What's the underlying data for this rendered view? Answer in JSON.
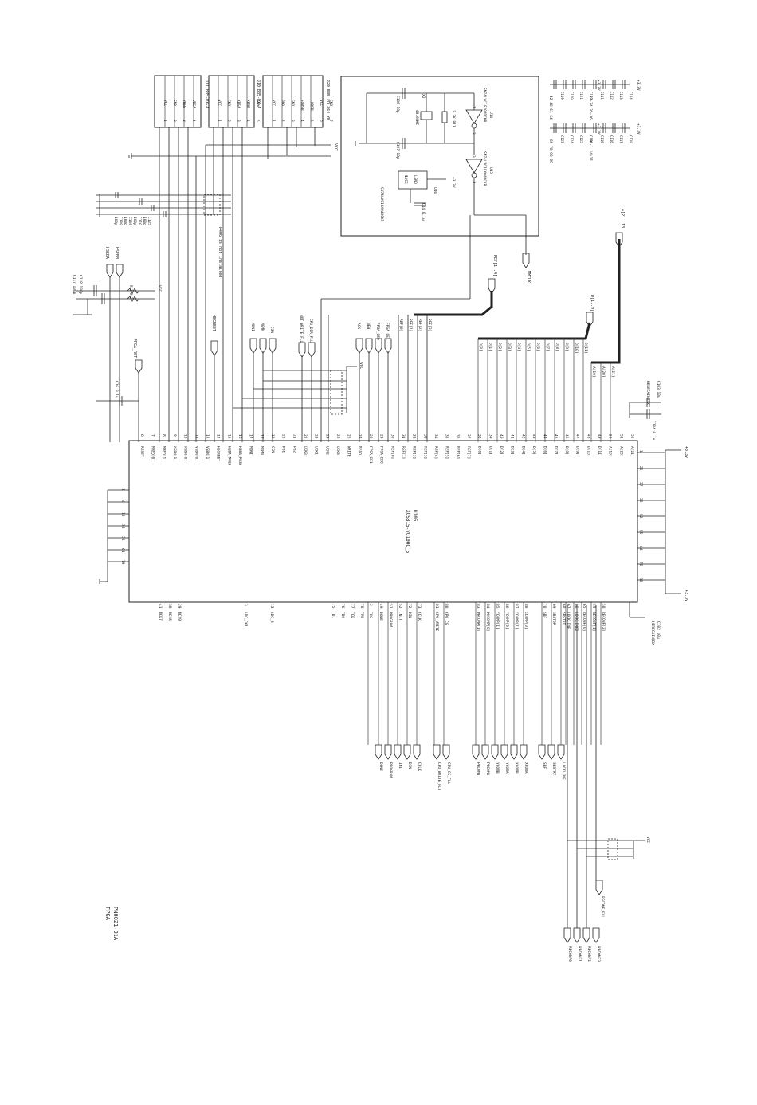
{
  "title_block": {
    "doc_number": "PN0021-01A",
    "sheet_name": "FPGA"
  },
  "fpga": {
    "refdes": "U105",
    "part": "XCS815-VQ100C_5"
  },
  "connectors": [
    {
      "refdes": "J20",
      "part": "BB5-FR-364-YB",
      "pins": [
        "VCC",
        "GND",
        "GND",
        "+XBSB",
        "-XBSB",
        "VCC",
        "GND"
      ],
      "nums": [
        "1",
        "2",
        "3",
        "4",
        "5",
        "6",
        "7"
      ]
    },
    {
      "refdes": "J10",
      "part": "BB5-RX-A",
      "pins": [
        "VCC",
        "GND",
        "XBSA",
        "XBSB",
        "GND"
      ],
      "nums": [
        "1",
        "2",
        "3",
        "4",
        "5"
      ]
    },
    {
      "refdes": "J11",
      "part": "BB5-RX-A",
      "pins": [
        "VCC",
        "GND",
        "VBSB",
        "VBSA"
      ],
      "nums": [
        "1",
        "2",
        "3",
        "4",
        "5"
      ]
    }
  ],
  "oscillator_block": {
    "xtal": "40.0MHZ",
    "xtal_ref": "X2",
    "resistor": "2.2K R11",
    "cap_a": "C106 18p",
    "cap_b": "C107 18p",
    "inv1_ref": "U14",
    "inv1_part": "SN74LVC1GX04DCKR",
    "inv2_ref": "U15",
    "inv2_part": "SN74LVC1GX04DCKR",
    "reg_ref": "U16",
    "reg_pins": [
      "1VCC",
      "LGND"
    ],
    "reg_cap": "C14 0.1u",
    "power": "+3.3V",
    "pin_labels": [
      "1",
      "2",
      "3",
      "4",
      "5"
    ]
  },
  "decoupling": {
    "rows": [
      {
        "net": "+3.3V",
        "caps": [
          "C111",
          "C112",
          "C113",
          "C114"
        ],
        "pins": "33-34  35-36"
      },
      {
        "net": "+3.3V",
        "caps": [
          "C115",
          "C116",
          "C117",
          "C118"
        ],
        "pins": "94-1  14-11"
      },
      {
        "net": "+3.3V",
        "caps": [
          "C119",
          "C120",
          "C121",
          "C122"
        ],
        "pins": "42-48  61-64"
      },
      {
        "net": "+3.3V",
        "caps": [
          "C123",
          "C124",
          "C125",
          "C126"
        ],
        "pins": "85-78  92-89"
      }
    ]
  },
  "left_caps": [
    {
      "ref": "C108",
      "val": "100p"
    },
    {
      "ref": "C109",
      "val": "100p"
    },
    {
      "ref": "C110",
      "val": "100p"
    },
    {
      "ref": "C125",
      "val": "100p"
    }
  ],
  "ferrite_note": "R406 is not installed",
  "filter": {
    "c1": "C117 100p",
    "c2": "C118 100p",
    "r1": "R11",
    "r2": "R12"
  },
  "ports_left": [
    "HSEBA",
    "HSEBB"
  ],
  "fpga_rst": {
    "label": "FPGA_RST",
    "cap": "C16 0.1u"
  },
  "mid_ports": [
    "HEGREET",
    "NOT_WRITE_FLL",
    "CPU_DIR_FLL",
    "MONI",
    "MGMN",
    "CSN"
  ],
  "mid_ports2": [
    "ACK",
    "NEW",
    "FPGA_CE0",
    "FPGA_CE1"
  ],
  "ref_bus": {
    "label": "REF[1..4]",
    "items": [
      "REF[0]",
      "REF[1]",
      "REF[2]",
      "REF[3]"
    ]
  },
  "data_bus": {
    "label": "D[1..9]",
    "items": [
      "D[0]",
      "D[1]",
      "D[2]",
      "D[3]",
      "D[4]",
      "D[5]",
      "D[6]",
      "D[7]",
      "D[8]",
      "D[9]",
      "D[10]",
      "D[11]"
    ]
  },
  "addr_bus": {
    "label": "A[21..13]",
    "items": [
      "A[19]",
      "A[20]",
      "A[21]"
    ]
  },
  "mclk_port": "MMCLK",
  "top_pins": [
    {
      "num": "6",
      "name": "RESET"
    },
    {
      "num": "7",
      "name": "MREQ[0]"
    },
    {
      "num": "8",
      "name": "MREQ[1]"
    },
    {
      "num": "9",
      "name": "XSBN[1]"
    },
    {
      "num": "10",
      "name": "XSBN[0]"
    },
    {
      "num": "11",
      "name": "VSBN[0]"
    },
    {
      "num": "12",
      "name": "VSBN[1]"
    },
    {
      "num": "14",
      "name": "HEGREET"
    },
    {
      "num": "15",
      "name": "HSBA_PUSH"
    },
    {
      "num": "16",
      "name": "HSBB_PUSH"
    },
    {
      "num": "17",
      "name": "MONI"
    },
    {
      "num": "18",
      "name": "MGMN"
    },
    {
      "num": "19",
      "name": "CSN"
    },
    {
      "num": "20",
      "name": "PB1"
    },
    {
      "num": "21",
      "name": "PB2"
    },
    {
      "num": "22",
      "name": "UCK0"
    },
    {
      "num": "23",
      "name": "UCK1"
    },
    {
      "num": "24",
      "name": "UCK2"
    },
    {
      "num": "25",
      "name": "UCK3"
    },
    {
      "num": "26",
      "name": "WRITE"
    },
    {
      "num": "27",
      "name": "READ"
    },
    {
      "num": "28",
      "name": "FPGA_CE1"
    },
    {
      "num": "29",
      "name": "FPGA_CE0"
    },
    {
      "num": "30",
      "name": "REF[0]"
    },
    {
      "num": "31",
      "name": "REF[1]"
    },
    {
      "num": "32",
      "name": "REF[2]"
    },
    {
      "num": "33",
      "name": "REF[3]"
    },
    {
      "num": "34",
      "name": "REF[4]"
    },
    {
      "num": "35",
      "name": "REF[5]"
    },
    {
      "num": "36",
      "name": "REF[6]"
    },
    {
      "num": "37",
      "name": "REF[7]"
    },
    {
      "num": "38",
      "name": "D[0]"
    },
    {
      "num": "39",
      "name": "D[1]"
    },
    {
      "num": "40",
      "name": "D[2]"
    },
    {
      "num": "41",
      "name": "D[3]"
    },
    {
      "num": "42",
      "name": "D[4]"
    },
    {
      "num": "43",
      "name": "D[5]"
    },
    {
      "num": "44",
      "name": "D[6]"
    },
    {
      "num": "45",
      "name": "D[7]"
    },
    {
      "num": "46",
      "name": "D[8]"
    },
    {
      "num": "47",
      "name": "D[9]"
    },
    {
      "num": "48",
      "name": "D[10]"
    },
    {
      "num": "49",
      "name": "D[11]"
    },
    {
      "num": "50",
      "name": "A[19]"
    },
    {
      "num": "51",
      "name": "A[20]"
    },
    {
      "num": "52",
      "name": "A[21]"
    }
  ],
  "right_pins": [
    "1",
    "26",
    "37",
    "38",
    "52",
    "55",
    "64",
    "76",
    "88"
  ],
  "left_pins": [
    "1",
    "4",
    "18",
    "38",
    "54",
    "61",
    "79"
  ],
  "bottom_pins": [
    {
      "num": "41",
      "name": "NCK7"
    },
    {
      "num": "38",
      "name": "NC28"
    },
    {
      "num": "29",
      "name": "NC29"
    },
    {
      "num": "3",
      "name": "LDC_CK1"
    },
    {
      "num": "13",
      "name": "LDC_B"
    },
    {
      "num": "75",
      "name": "TDI"
    },
    {
      "num": "76",
      "name": "TDO"
    },
    {
      "num": "77",
      "name": "TCK"
    },
    {
      "num": "78",
      "name": "TMS"
    },
    {
      "num": "2",
      "name": "THS"
    },
    {
      "num": "49",
      "name": "DONE"
    },
    {
      "num": "51",
      "name": "PROGRAM"
    },
    {
      "num": "52",
      "name": "INIT"
    },
    {
      "num": "72",
      "name": "DIN"
    },
    {
      "num": "73",
      "name": "CCLK"
    },
    {
      "num": "81",
      "name": "CPU_WRITE"
    },
    {
      "num": "80",
      "name": "CPU_CS"
    },
    {
      "num": "83",
      "name": "PHCOMP[1]"
    },
    {
      "num": "84",
      "name": "PHCOMP[0]"
    },
    {
      "num": "85",
      "name": "YCOMP[1]"
    },
    {
      "num": "86",
      "name": "YCOMP[0]"
    },
    {
      "num": "87",
      "name": "XCOMP[1]"
    },
    {
      "num": "88",
      "name": "XCOMP[0]"
    },
    {
      "num": "70",
      "name": "SBF"
    },
    {
      "num": "69",
      "name": "SBSTOP"
    },
    {
      "num": "68",
      "name": "SBSTRT"
    },
    {
      "num": "67",
      "name": "LOCKLINE"
    },
    {
      "num": "66",
      "name": "LOCKLINE2"
    },
    {
      "num": "65",
      "name": "RECONF[0]"
    },
    {
      "num": "59",
      "name": "RECONF[1]"
    },
    {
      "num": "58",
      "name": "RECONF[2]"
    }
  ],
  "bottom_ports": [
    "DONE",
    "PROGRAM",
    "INIT",
    "DIN",
    "CCLK",
    "CPU_WRITE_FLL",
    "CPU_CS_FLL",
    "PHCOMB",
    "PHCOMA",
    "YCOMB",
    "YCOMA",
    "XCOMB",
    "XCOMA",
    "SBF",
    "SBSTRT",
    "LOCKLINE"
  ],
  "reconf_ports": [
    "RECONF0",
    "RECONF1",
    "RECONF2",
    "RECONF3"
  ],
  "reconf_misc": "RECONF_FLL",
  "power_labels": {
    "vcc": "VCC",
    "p33": "+3.3V"
  },
  "cap_right": {
    "c1": "C103 10u",
    "c2": "C104 0.1u",
    "note": "HERECAIN83X"
  },
  "cap_right_bottom": {
    "c1": "C102 10u",
    "note": "HERECAIN83X"
  }
}
